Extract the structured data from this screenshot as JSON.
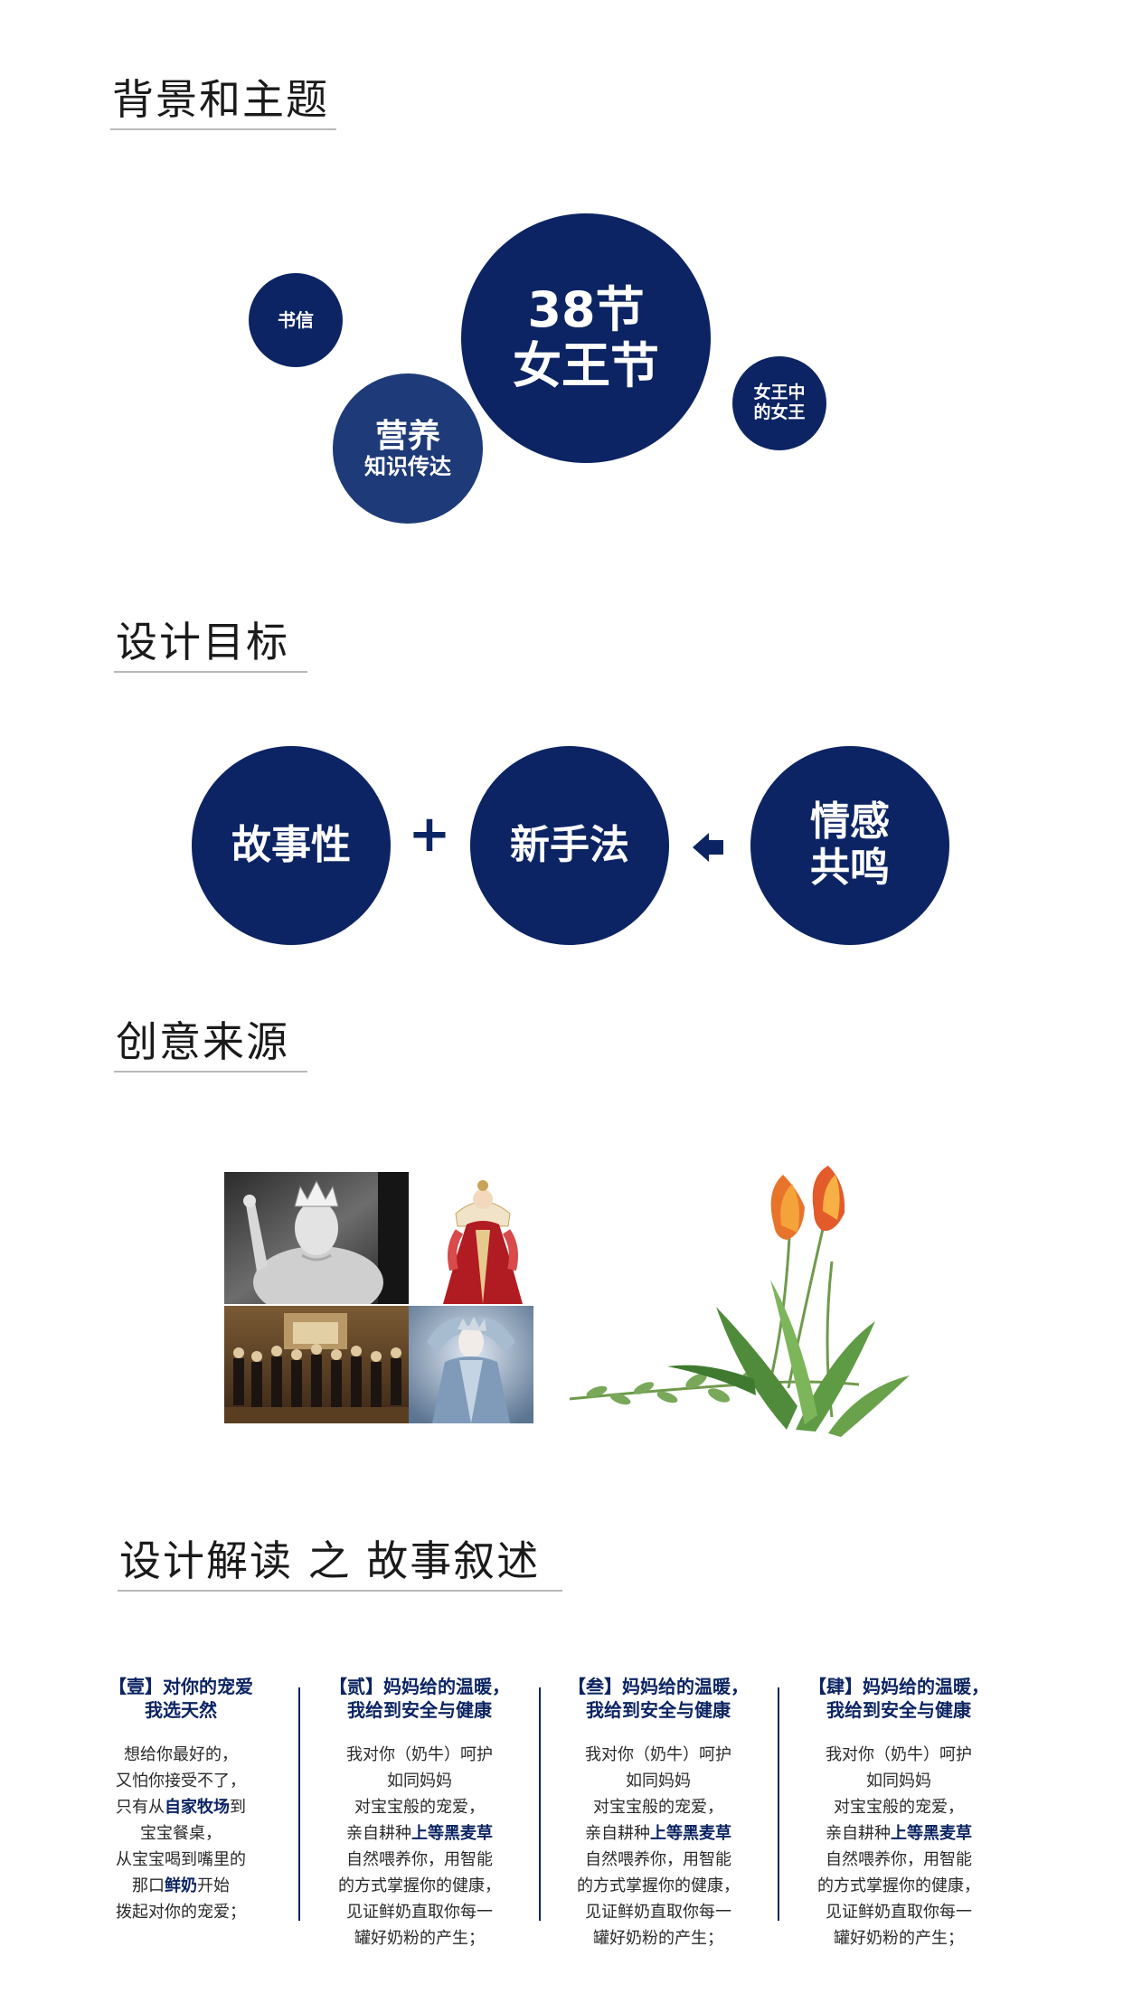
{
  "sections": {
    "background": "背景和主题",
    "goal": "设计目标",
    "source": "创意来源",
    "story": "设计解读 之 故事叙述"
  },
  "theme_bubbles": {
    "main_line1": "38节",
    "main_line2": "女王节",
    "letter": "书信",
    "nutrition_line1": "营养",
    "nutrition_line2": "知识传达",
    "queen_line1": "女王中",
    "queen_line2": "的女王"
  },
  "goals": {
    "story": "故事性",
    "plus": "+",
    "new_method": "新手法",
    "emotion_line1": "情感",
    "emotion_line2": "共鸣"
  },
  "colors": {
    "navy": "#0c2463",
    "navy_light": "#1e3a78"
  },
  "stories": [
    {
      "title_line1": "【壹】对你的宠爱",
      "title_line2": "我选天然",
      "lines": [
        [
          {
            "t": "想给你最好的，",
            "b": false
          }
        ],
        [
          {
            "t": "又怕你接受不了，",
            "b": false
          }
        ],
        [
          {
            "t": "只有从",
            "b": false
          },
          {
            "t": "自家牧场",
            "b": true
          },
          {
            "t": "到",
            "b": false
          }
        ],
        [
          {
            "t": "宝宝餐桌，",
            "b": false
          }
        ],
        [
          {
            "t": "从宝宝喝到嘴里的",
            "b": false
          }
        ],
        [
          {
            "t": "那口",
            "b": false
          },
          {
            "t": "鲜奶",
            "b": true
          },
          {
            "t": "开始",
            "b": false
          }
        ],
        [
          {
            "t": "拨起对你的宠爱；",
            "b": false
          }
        ]
      ]
    },
    {
      "title_line1": "【贰】妈妈给的温暖，",
      "title_line2": "我给到安全与健康",
      "lines": [
        [
          {
            "t": "我对你（奶牛）呵护",
            "b": false
          }
        ],
        [
          {
            "t": "如同妈妈",
            "b": false
          }
        ],
        [
          {
            "t": "对宝宝般的宠爱，",
            "b": false
          }
        ],
        [
          {
            "t": "亲自耕种",
            "b": false
          },
          {
            "t": "上等黑麦草",
            "b": true
          }
        ],
        [
          {
            "t": "自然喂养你，用智能",
            "b": false
          }
        ],
        [
          {
            "t": "的方式掌握你的健康，",
            "b": false
          }
        ],
        [
          {
            "t": "见证鲜奶直取你每一",
            "b": false
          }
        ],
        [
          {
            "t": "罐好奶粉的产生；",
            "b": false
          }
        ]
      ]
    },
    {
      "title_line1": "【叁】妈妈给的温暖，",
      "title_line2": "我给到安全与健康",
      "lines": [
        [
          {
            "t": "我对你（奶牛）呵护",
            "b": false
          }
        ],
        [
          {
            "t": "如同妈妈",
            "b": false
          }
        ],
        [
          {
            "t": "对宝宝般的宠爱，",
            "b": false
          }
        ],
        [
          {
            "t": "亲自耕种",
            "b": false
          },
          {
            "t": "上等黑麦草",
            "b": true
          }
        ],
        [
          {
            "t": "自然喂养你，用智能",
            "b": false
          }
        ],
        [
          {
            "t": "的方式掌握你的健康，",
            "b": false
          }
        ],
        [
          {
            "t": "见证鲜奶直取你每一",
            "b": false
          }
        ],
        [
          {
            "t": "罐好奶粉的产生；",
            "b": false
          }
        ]
      ]
    },
    {
      "title_line1": "【肆】妈妈给的温暖，",
      "title_line2": "我给到安全与健康",
      "lines": [
        [
          {
            "t": "我对你（奶牛）呵护",
            "b": false
          }
        ],
        [
          {
            "t": "如同妈妈",
            "b": false
          }
        ],
        [
          {
            "t": "对宝宝般的宠爱，",
            "b": false
          }
        ],
        [
          {
            "t": "亲自耕种",
            "b": false
          },
          {
            "t": "上等黑麦草",
            "b": true
          }
        ],
        [
          {
            "t": "自然喂养你，用智能",
            "b": false
          }
        ],
        [
          {
            "t": "的方式掌握你的健康，",
            "b": false
          }
        ],
        [
          {
            "t": "见证鲜奶直取你每一",
            "b": false
          }
        ],
        [
          {
            "t": "罐好奶粉的产生；",
            "b": false
          }
        ]
      ]
    }
  ]
}
